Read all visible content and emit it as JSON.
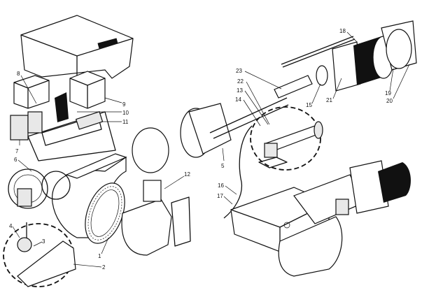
{
  "title": "Burner exploded parts diagram",
  "labels": {
    "l1": "1",
    "l2": "2",
    "l3": "3",
    "l4": "4",
    "l5": "5",
    "l6": "6",
    "l7": "7",
    "l8": "8",
    "l9": "9",
    "l10": "10",
    "l11": "11",
    "l12": "12",
    "l13": "13",
    "l14": "14",
    "l15": "15",
    "l16": "16",
    "l17": "17",
    "l18": "18",
    "l19": "19",
    "l20": "20",
    "l21": "21",
    "l22": "22",
    "l23": "23"
  }
}
